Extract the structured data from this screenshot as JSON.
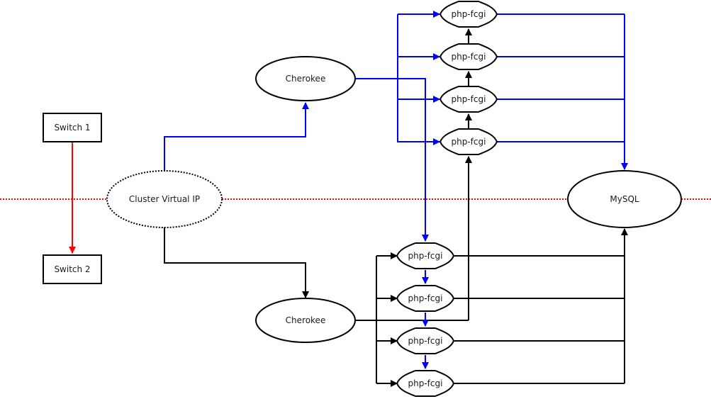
{
  "diagram": {
    "colors": {
      "primary_path": "#0000ff",
      "secondary_path": "#000000",
      "network_boundary": "#ff0000",
      "switch_link": "#ff0000"
    },
    "nodes": {
      "switch1": "Switch 1",
      "switch2": "Switch 2",
      "vip": "Cluster Virtual IP",
      "cherokee_top": "Cherokee",
      "cherokee_bottom": "Cherokee",
      "mysql": "MySQL",
      "php_top": [
        "php-fcgi",
        "php-fcgi",
        "php-fcgi",
        "php-fcgi"
      ],
      "php_bottom": [
        "php-fcgi",
        "php-fcgi",
        "php-fcgi",
        "php-fcgi"
      ]
    }
  }
}
